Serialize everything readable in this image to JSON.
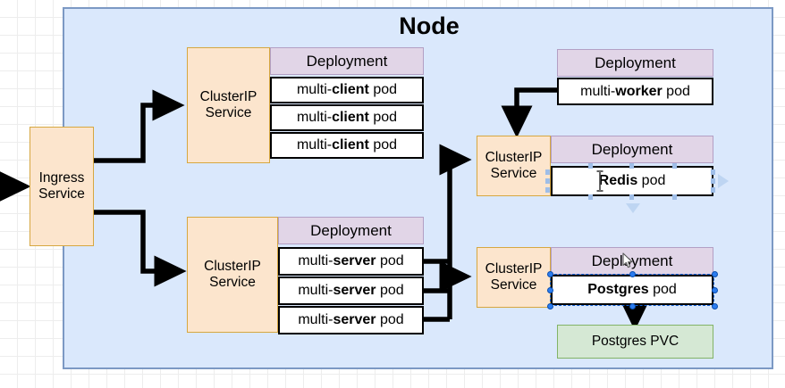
{
  "diagram": {
    "title": "Node",
    "node_fill": "#DAE8FC",
    "node_stroke": "#7C99C4",
    "service_fill": "#FCE5CD",
    "service_stroke": "#D6A740",
    "deployment_fill": "#E1D5E7",
    "deployment_stroke": "#B39FC4",
    "pod_fill": "#FFFFFF",
    "pod_stroke": "#000000",
    "pvc_fill": "#D5E8D4",
    "pvc_stroke": "#82B366",
    "selection_color": "#2B7CF0",
    "canvas_background": "#FFFFFF",
    "grid_color": "#EDEDED"
  },
  "ingress": {
    "line1": "Ingress",
    "line2": "Service"
  },
  "services": {
    "client": {
      "line1": "ClusterIP",
      "line2": "Service"
    },
    "server": {
      "line1": "ClusterIP",
      "line2": "Service"
    },
    "redis": {
      "line1": "ClusterIP",
      "line2": "Service"
    },
    "postgres": {
      "line1": "ClusterIP",
      "line2": "Service"
    }
  },
  "deployments": {
    "client": {
      "header": "Deployment",
      "pods": [
        {
          "prefix": "multi-",
          "strong": "client",
          "suffix": " pod"
        },
        {
          "prefix": "multi-",
          "strong": "client",
          "suffix": " pod"
        },
        {
          "prefix": "multi-",
          "strong": "client",
          "suffix": " pod"
        }
      ]
    },
    "server": {
      "header": "Deployment",
      "pods": [
        {
          "prefix": "multi-",
          "strong": "server",
          "suffix": " pod"
        },
        {
          "prefix": "multi-",
          "strong": "server",
          "suffix": " pod"
        },
        {
          "prefix": "multi-",
          "strong": "server",
          "suffix": " pod"
        }
      ]
    },
    "worker": {
      "header": "Deployment",
      "pods": [
        {
          "prefix": "multi-",
          "strong": "worker",
          "suffix": " pod"
        }
      ]
    },
    "redis": {
      "header": "Deployment",
      "pods": [
        {
          "prefix": "",
          "strong": "Redis",
          "suffix": " pod"
        }
      ],
      "selected": true
    },
    "postgres": {
      "header": "Deployment",
      "pods": [
        {
          "prefix": "",
          "strong": "Postgres",
          "suffix": " pod"
        }
      ],
      "selected": true
    }
  },
  "storage": {
    "pvc_label": "Postgres PVC"
  }
}
